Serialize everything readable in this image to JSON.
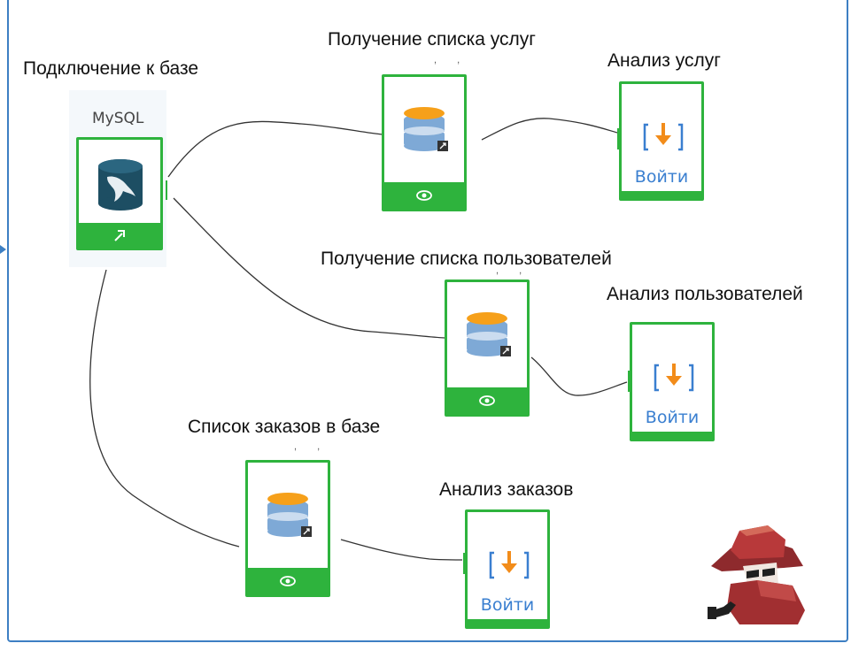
{
  "colors": {
    "node_border": "#2eb33d",
    "frame": "#3d7fc3",
    "db_orange": "#f6a01a",
    "db_blue": "#7ea9d6",
    "link_blue": "#3a7fd0"
  },
  "nodes": {
    "connection": {
      "title": "Подключение к базе",
      "subtitle": "MySQL",
      "icon": "mysql-dolphin-icon",
      "footer_icon": "connection-arrow-icon"
    },
    "services_query": {
      "title": "Получение списка услуг",
      "icon": "database-icon",
      "footer_icon": "eye-icon"
    },
    "services_analysis": {
      "title": "Анализ услуг",
      "icon": "import-arrow-icon",
      "button": "Войти"
    },
    "users_query": {
      "title": "Получение списка пользователей",
      "icon": "database-icon",
      "footer_icon": "eye-icon"
    },
    "users_analysis": {
      "title": "Анализ пользователей",
      "icon": "import-arrow-icon",
      "button": "Войти"
    },
    "orders_query": {
      "title": "Список заказов в базе",
      "icon": "database-icon",
      "footer_icon": "eye-icon"
    },
    "orders_analysis": {
      "title": "Анализ заказов",
      "icon": "import-arrow-icon",
      "button": "Войти"
    }
  },
  "decoration": {
    "mascot": "detective-mascot-icon"
  }
}
